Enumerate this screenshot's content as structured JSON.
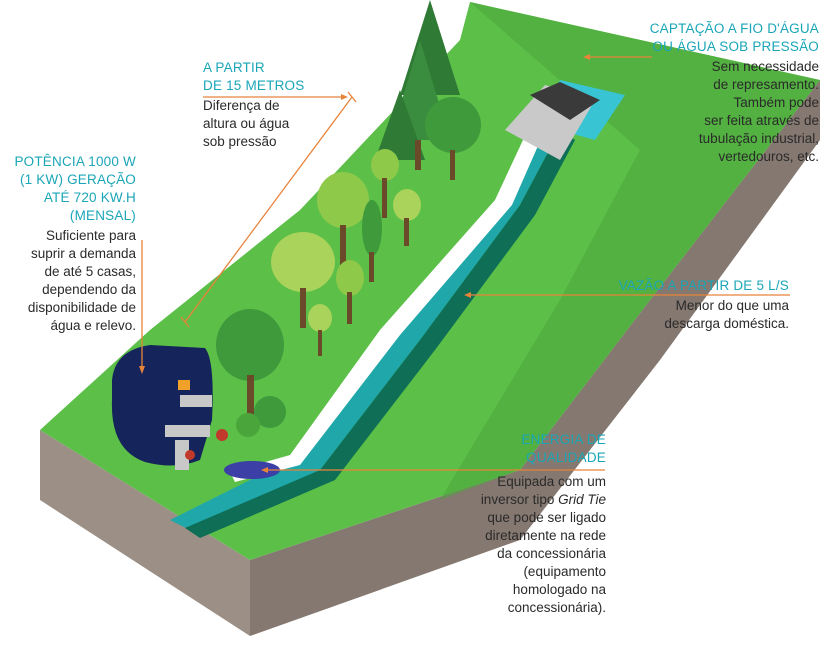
{
  "labels": {
    "captacao": {
      "head_1": "CAPTAÇÃO A FIO D'ÁGUA",
      "head_2": "OU ÁGUA SOB PRESSÃO",
      "body": [
        "Sem necessidade",
        "de represamento.",
        "Também pode",
        "ser feita através de",
        "tubulação industrial,",
        "vertedouros, etc."
      ]
    },
    "altura": {
      "head_1": "A PARTIR",
      "head_2": "DE 15 METROS",
      "body": [
        "Diferença de",
        "altura ou água",
        "sob pressão"
      ]
    },
    "potencia": {
      "head": [
        "POTÊNCIA 1000 W",
        "(1 KW) GERAÇÃO",
        "ATÉ 720 KW.H",
        "(MENSAL)"
      ],
      "body": [
        "Suficiente para",
        "suprir a demanda",
        "de até 5 casas,",
        "dependendo da",
        "disponibilidade de",
        "água e relevo."
      ]
    },
    "vazao": {
      "head": "VAZÃO A PARTIR DE 5 L/S",
      "body": [
        "Menor do que uma",
        "descarga doméstica."
      ]
    },
    "energia": {
      "head": [
        "ENERGIA DE",
        "QUALIDADE"
      ],
      "body_1": "Equipada com um",
      "body_2a": "inversor tipo ",
      "body_2b": "Grid Tie",
      "body_rest": [
        "que pode ser ligado",
        "diretamente na rede",
        "da concessionária",
        "(equipamento",
        "homologado na",
        "concessionária)."
      ]
    }
  },
  "colors": {
    "accent": "#1aa6b7",
    "leader": "#e8833a",
    "grass": "#5bbf48",
    "grass_dark": "#4aa63b",
    "soil_front": "#9c8f85",
    "soil_side": "#857870",
    "water": "#1fa7a9",
    "generator": "#15245a"
  }
}
